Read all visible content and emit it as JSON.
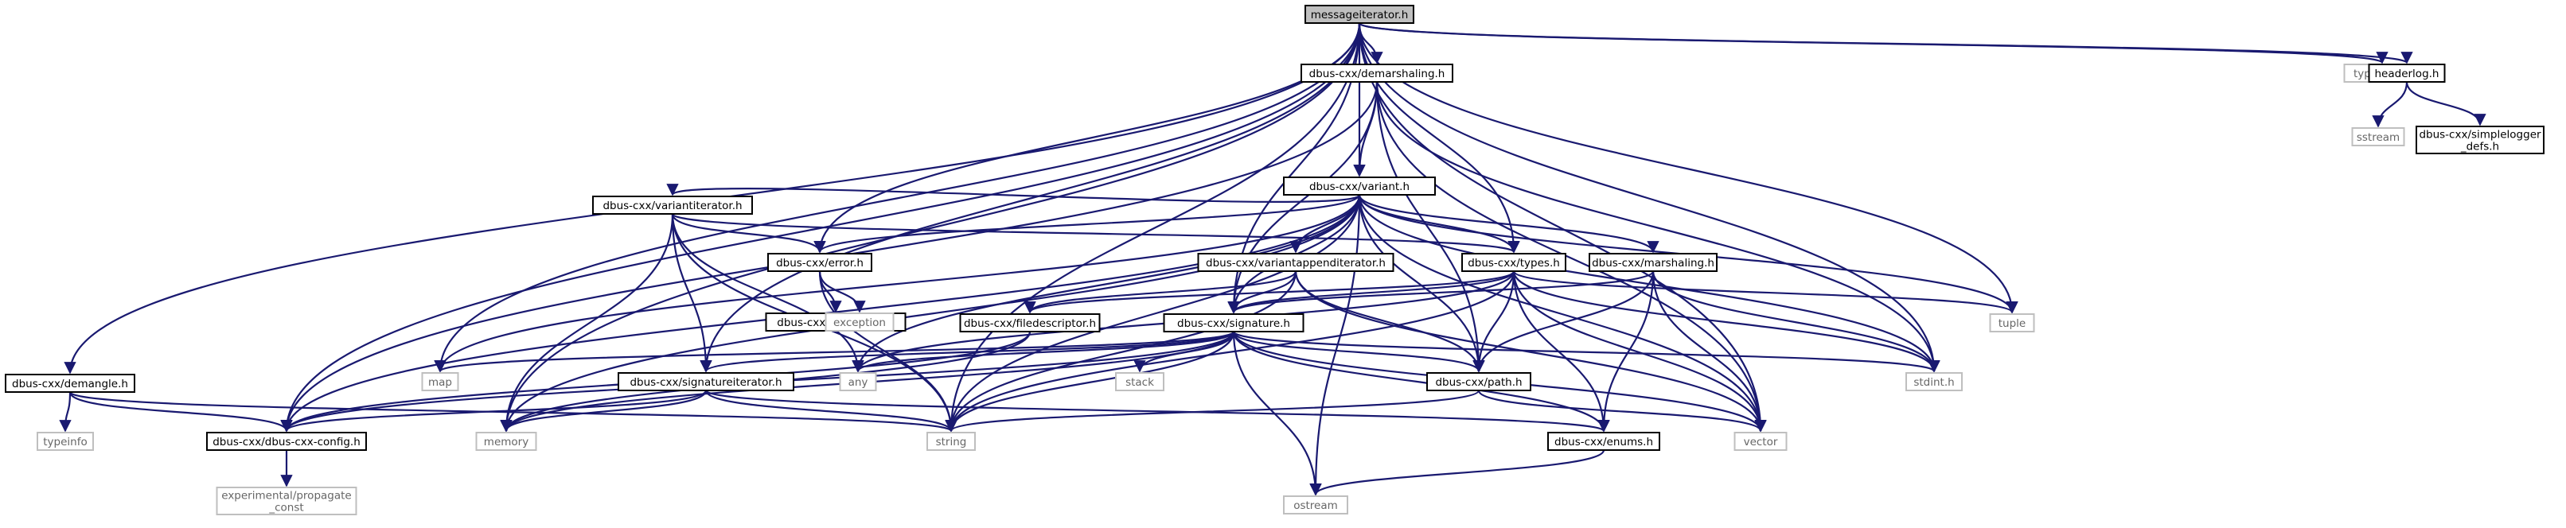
{
  "graph": {
    "type": "include-dependency-graph",
    "colors": {
      "edge": "#191970",
      "node_border": "#000000",
      "external_border": "#bfbfbf",
      "external_text": "#666666",
      "root_fill": "#bfbfbf",
      "node_fill": "#ffffff"
    },
    "nodes": [
      {
        "id": "root",
        "label": "messageiterator.h",
        "kind": "root"
      },
      {
        "id": "demarshaling",
        "label": "dbus-cxx/demarshaling.h",
        "kind": "file"
      },
      {
        "id": "variant",
        "label": "dbus-cxx/variant.h",
        "kind": "file"
      },
      {
        "id": "variantiterator",
        "label": "dbus-cxx/variantiterator.h",
        "kind": "file"
      },
      {
        "id": "error",
        "label": "dbus-cxx/error.h",
        "kind": "file"
      },
      {
        "id": "dbuserror",
        "label": "dbus-cxx/dbus-error.h",
        "kind": "file"
      },
      {
        "id": "exception",
        "label": "exception",
        "kind": "external"
      },
      {
        "id": "variantappend",
        "label": "dbus-cxx/variantappenditerator.h",
        "kind": "file"
      },
      {
        "id": "types",
        "label": "dbus-cxx/types.h",
        "kind": "file"
      },
      {
        "id": "marshaling",
        "label": "dbus-cxx/marshaling.h",
        "kind": "file"
      },
      {
        "id": "filedescriptor",
        "label": "dbus-cxx/filedescriptor.h",
        "kind": "file"
      },
      {
        "id": "signature",
        "label": "dbus-cxx/signature.h",
        "kind": "file"
      },
      {
        "id": "demangle",
        "label": "dbus-cxx/demangle.h",
        "kind": "file"
      },
      {
        "id": "typeinfo",
        "label": "typeinfo",
        "kind": "external"
      },
      {
        "id": "config",
        "label": "dbus-cxx/dbus-cxx-config.h",
        "kind": "file"
      },
      {
        "id": "propagate",
        "label": "experimental/propagate\n_const",
        "kind": "external"
      },
      {
        "id": "map",
        "label": "map",
        "kind": "external"
      },
      {
        "id": "sigiter",
        "label": "dbus-cxx/signatureiterator.h",
        "kind": "file"
      },
      {
        "id": "any",
        "label": "any",
        "kind": "external"
      },
      {
        "id": "memory",
        "label": "memory",
        "kind": "external"
      },
      {
        "id": "string",
        "label": "string",
        "kind": "external"
      },
      {
        "id": "stack",
        "label": "stack",
        "kind": "external"
      },
      {
        "id": "path",
        "label": "dbus-cxx/path.h",
        "kind": "file"
      },
      {
        "id": "enums",
        "label": "dbus-cxx/enums.h",
        "kind": "file"
      },
      {
        "id": "ostream",
        "label": "ostream",
        "kind": "external"
      },
      {
        "id": "vector",
        "label": "vector",
        "kind": "external"
      },
      {
        "id": "stdint",
        "label": "stdint.h",
        "kind": "external"
      },
      {
        "id": "tuple",
        "label": "tuple",
        "kind": "external"
      },
      {
        "id": "type_traits",
        "label": "type_traits",
        "kind": "external"
      },
      {
        "id": "headerlog",
        "label": "headerlog.h",
        "kind": "file"
      },
      {
        "id": "sstream",
        "label": "sstream",
        "kind": "external"
      },
      {
        "id": "simplelogger",
        "label": "dbus-cxx/simplelogger\n_defs.h",
        "kind": "file"
      }
    ],
    "edges": [
      [
        "root",
        "demarshaling"
      ],
      [
        "root",
        "variant"
      ],
      [
        "root",
        "error"
      ],
      [
        "root",
        "types"
      ],
      [
        "root",
        "signature"
      ],
      [
        "root",
        "sigiter"
      ],
      [
        "root",
        "demangle"
      ],
      [
        "root",
        "config"
      ],
      [
        "root",
        "map"
      ],
      [
        "root",
        "memory"
      ],
      [
        "root",
        "string"
      ],
      [
        "root",
        "vector"
      ],
      [
        "root",
        "stdint"
      ],
      [
        "root",
        "tuple"
      ],
      [
        "root",
        "type_traits"
      ],
      [
        "root",
        "headerlog"
      ],
      [
        "demarshaling",
        "variant"
      ],
      [
        "demarshaling",
        "config"
      ],
      [
        "demarshaling",
        "signature"
      ],
      [
        "demarshaling",
        "path"
      ],
      [
        "demarshaling",
        "vector"
      ],
      [
        "demarshaling",
        "stdint"
      ],
      [
        "variant",
        "variantiterator"
      ],
      [
        "variant",
        "error"
      ],
      [
        "variant",
        "variantappend"
      ],
      [
        "variant",
        "types"
      ],
      [
        "variant",
        "marshaling"
      ],
      [
        "variant",
        "signature"
      ],
      [
        "variant",
        "path"
      ],
      [
        "variant",
        "config"
      ],
      [
        "variant",
        "map"
      ],
      [
        "variant",
        "any"
      ],
      [
        "variant",
        "memory"
      ],
      [
        "variant",
        "string"
      ],
      [
        "variant",
        "ostream"
      ],
      [
        "variant",
        "vector"
      ],
      [
        "variant",
        "stdint"
      ],
      [
        "variant",
        "tuple"
      ],
      [
        "variantiterator",
        "error"
      ],
      [
        "variantiterator",
        "types"
      ],
      [
        "variantiterator",
        "sigiter"
      ],
      [
        "variantiterator",
        "memory"
      ],
      [
        "variantiterator",
        "any"
      ],
      [
        "variantiterator",
        "string"
      ],
      [
        "error",
        "dbuserror"
      ],
      [
        "error",
        "exception"
      ],
      [
        "error",
        "string"
      ],
      [
        "variantappend",
        "filedescriptor"
      ],
      [
        "variantappend",
        "signature"
      ],
      [
        "variantappend",
        "path"
      ],
      [
        "variantappend",
        "string"
      ],
      [
        "variantappend",
        "vector"
      ],
      [
        "types",
        "filedescriptor"
      ],
      [
        "types",
        "signature"
      ],
      [
        "types",
        "path"
      ],
      [
        "types",
        "enums"
      ],
      [
        "types",
        "any"
      ],
      [
        "types",
        "string"
      ],
      [
        "types",
        "vector"
      ],
      [
        "types",
        "stdint"
      ],
      [
        "types",
        "tuple"
      ],
      [
        "marshaling",
        "signature"
      ],
      [
        "marshaling",
        "path"
      ],
      [
        "marshaling",
        "enums"
      ],
      [
        "marshaling",
        "vector"
      ],
      [
        "marshaling",
        "stdint"
      ],
      [
        "filedescriptor",
        "config"
      ],
      [
        "filedescriptor",
        "memory"
      ],
      [
        "signature",
        "sigiter"
      ],
      [
        "signature",
        "path"
      ],
      [
        "signature",
        "enums"
      ],
      [
        "signature",
        "config"
      ],
      [
        "signature",
        "map"
      ],
      [
        "signature",
        "any"
      ],
      [
        "signature",
        "memory"
      ],
      [
        "signature",
        "string"
      ],
      [
        "signature",
        "stack"
      ],
      [
        "signature",
        "ostream"
      ],
      [
        "signature",
        "vector"
      ],
      [
        "signature",
        "stdint"
      ],
      [
        "sigiter",
        "config"
      ],
      [
        "sigiter",
        "enums"
      ],
      [
        "sigiter",
        "memory"
      ],
      [
        "sigiter",
        "string"
      ],
      [
        "path",
        "string"
      ],
      [
        "path",
        "vector"
      ],
      [
        "enums",
        "ostream"
      ],
      [
        "demangle",
        "config"
      ],
      [
        "demangle",
        "typeinfo"
      ],
      [
        "demangle",
        "string"
      ],
      [
        "config",
        "propagate"
      ],
      [
        "headerlog",
        "sstream"
      ],
      [
        "headerlog",
        "simplelogger"
      ]
    ]
  }
}
